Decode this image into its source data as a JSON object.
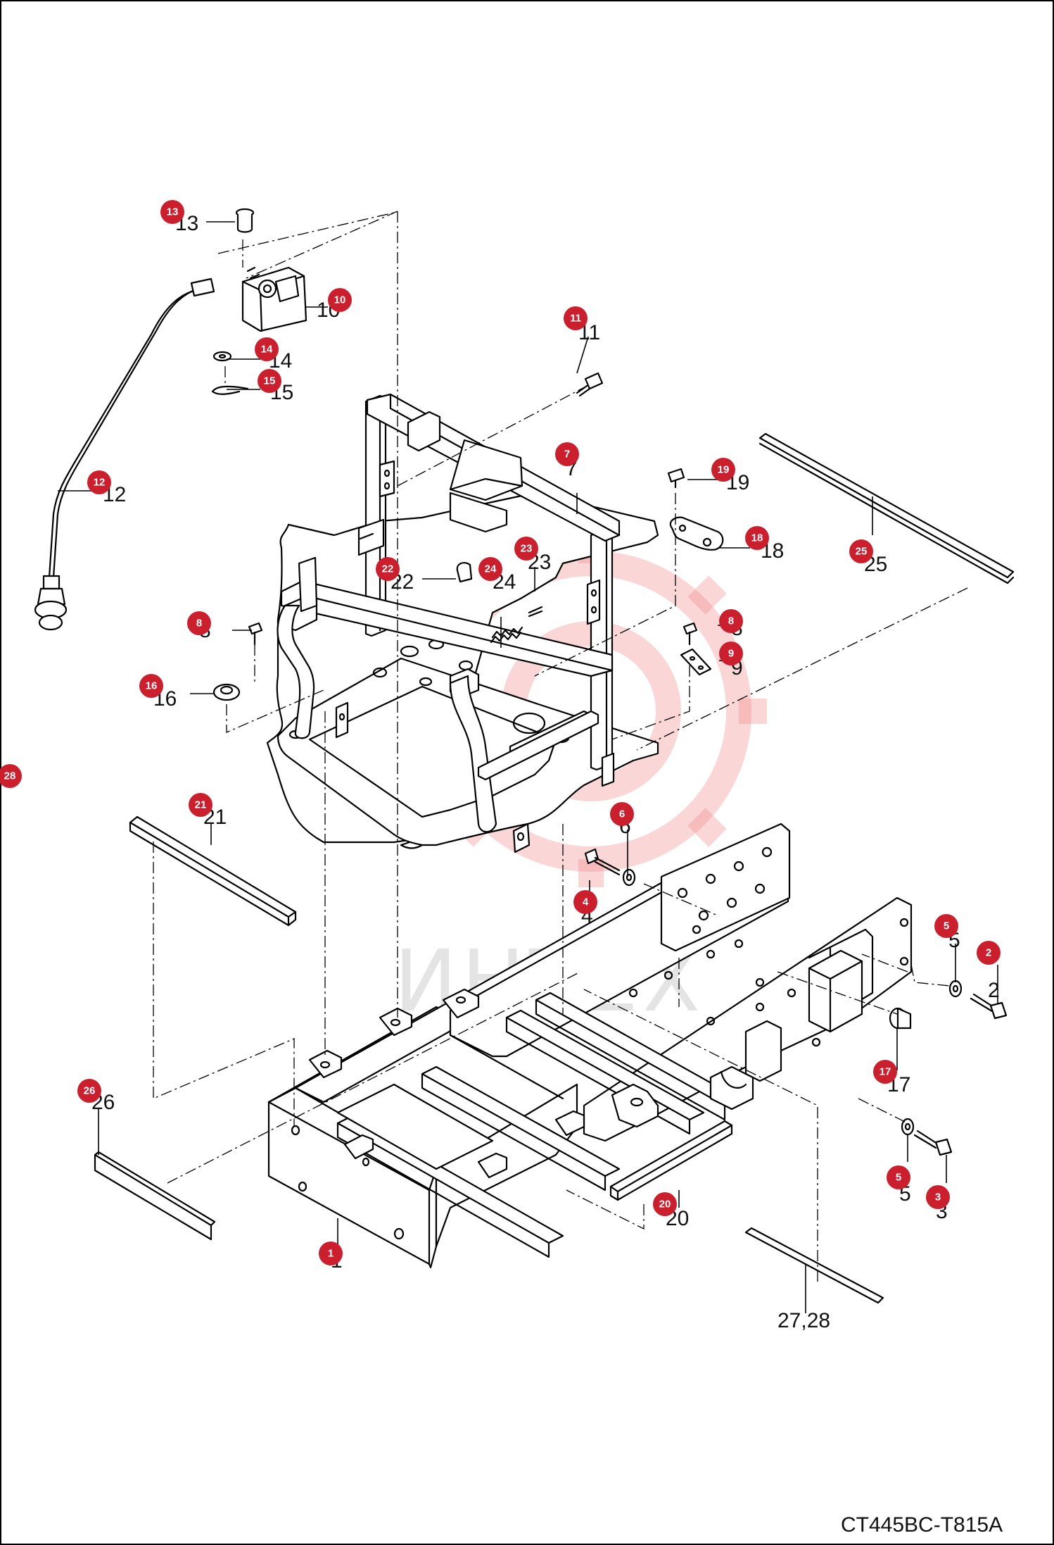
{
  "diagram_code": "CT445BC-T815A",
  "watermark": "ИНТЕХ",
  "callouts": [
    {
      "id": "1",
      "label": "1",
      "badge": "1"
    },
    {
      "id": "2",
      "label": "2",
      "badge": "2"
    },
    {
      "id": "3a",
      "label": "3",
      "badge": "3"
    },
    {
      "id": "4",
      "label": "4",
      "badge": "4"
    },
    {
      "id": "5a",
      "label": "5",
      "badge": "5"
    },
    {
      "id": "5b",
      "label": "5",
      "badge": "5"
    },
    {
      "id": "6",
      "label": "6",
      "badge": "6"
    },
    {
      "id": "7",
      "label": "7",
      "badge": "7"
    },
    {
      "id": "8a",
      "label": "8",
      "badge": "8"
    },
    {
      "id": "8b",
      "label": "8",
      "badge": "8"
    },
    {
      "id": "9",
      "label": "9",
      "badge": "9"
    },
    {
      "id": "10",
      "label": "10",
      "badge": "10"
    },
    {
      "id": "11",
      "label": "11",
      "badge": "11"
    },
    {
      "id": "12",
      "label": "12",
      "badge": "12"
    },
    {
      "id": "13",
      "label": "13",
      "badge": "13"
    },
    {
      "id": "14",
      "label": "14",
      "badge": "14"
    },
    {
      "id": "15",
      "label": "15",
      "badge": "15"
    },
    {
      "id": "16",
      "label": "16",
      "badge": "16"
    },
    {
      "id": "17",
      "label": "17",
      "badge": "17"
    },
    {
      "id": "18",
      "label": "18",
      "badge": "18"
    },
    {
      "id": "19",
      "label": "19",
      "badge": "19"
    },
    {
      "id": "20",
      "label": "20",
      "badge": "20"
    },
    {
      "id": "21",
      "label": "21",
      "badge": "21"
    },
    {
      "id": "22",
      "label": "22",
      "badge": "22"
    },
    {
      "id": "23",
      "label": "23",
      "badge": "23"
    },
    {
      "id": "24",
      "label": "24",
      "badge": "24"
    },
    {
      "id": "25",
      "label": "25",
      "badge": "25"
    },
    {
      "id": "26",
      "label": "26",
      "badge": "26"
    },
    {
      "id": "2728",
      "label": "27,28",
      "badge": ""
    },
    {
      "id": "28",
      "label": "",
      "badge": "28"
    }
  ]
}
